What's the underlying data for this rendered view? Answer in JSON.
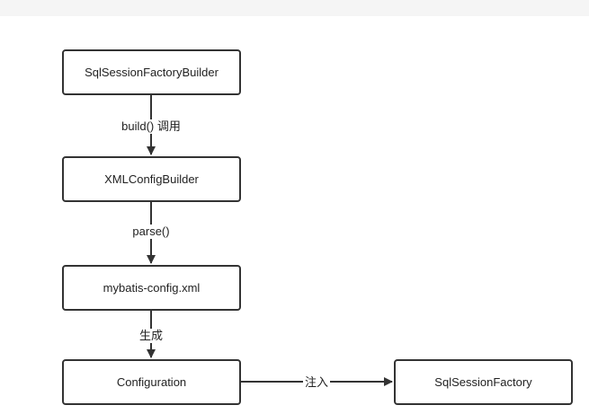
{
  "nodes": {
    "builder": "SqlSessionFactoryBuilder",
    "xml_config_builder": "XMLConfigBuilder",
    "mybatis_config": "mybatis-config.xml",
    "configuration": "Configuration",
    "sql_session_factory": "SqlSessionFactory"
  },
  "edges": {
    "build_call": "build() 调用",
    "parse": "parse()",
    "generate": "生成",
    "inject": "注入"
  },
  "colors": {
    "line": "#333333",
    "background": "#ffffff",
    "top_strip": "#f5f5f5"
  }
}
